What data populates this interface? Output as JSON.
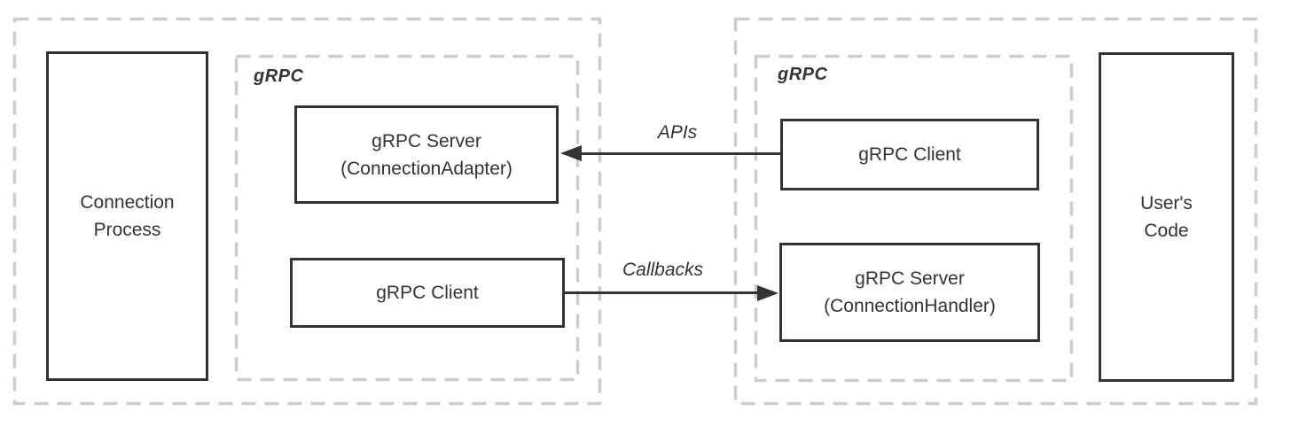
{
  "diagram": {
    "left_group": {
      "grpc_label": "gRPC",
      "process_box": {
        "line1": "Connection",
        "line2": "Process"
      },
      "server_box": {
        "line1": "gRPC Server",
        "line2": "(ConnectionAdapter)"
      },
      "client_box": {
        "line1": "gRPC Client"
      }
    },
    "right_group": {
      "grpc_label": "gRPC",
      "client_box": {
        "line1": "gRPC Client"
      },
      "server_box": {
        "line1": "gRPC Server",
        "line2": "(ConnectionHandler)"
      },
      "code_box": {
        "line1": "User's",
        "line2": "Code"
      }
    },
    "arrows": {
      "apis": {
        "label": "APIs",
        "direction": "right-to-left"
      },
      "callbacks": {
        "label": "Callbacks",
        "direction": "left-to-right"
      }
    },
    "colors": {
      "box_border": "#333333",
      "dashed_border": "#cccccc",
      "text": "#333333",
      "arrow": "#333333",
      "background": "#ffffff"
    }
  }
}
